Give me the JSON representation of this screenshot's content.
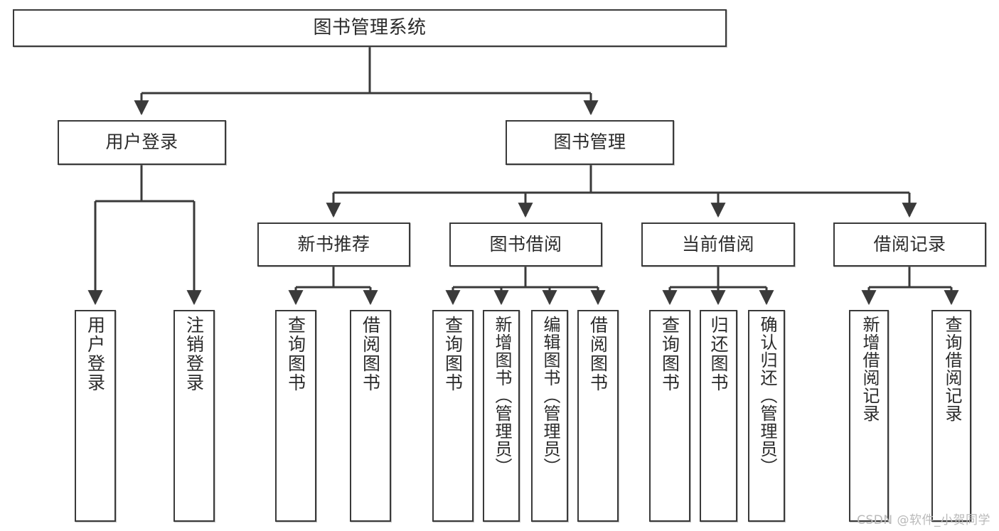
{
  "diagram": {
    "title": "图书管理系统",
    "type": "tree-hierarchy-chart",
    "stroke_color": "#3a3a3a",
    "background_color": "#ffffff",
    "watermark": "CSDN @软件_小贺同学",
    "nodes": {
      "root": {
        "label": "图书管理系统"
      },
      "level2": [
        {
          "id": "user-login",
          "label": "用户登录"
        },
        {
          "id": "book-management",
          "label": "图书管理"
        }
      ],
      "level3": [
        {
          "id": "new-book-recommend",
          "label": "新书推荐"
        },
        {
          "id": "book-borrow",
          "label": "图书借阅"
        },
        {
          "id": "current-borrow",
          "label": "当前借阅"
        },
        {
          "id": "borrow-record",
          "label": "借阅记录"
        }
      ],
      "leaves": {
        "user_login": [
          {
            "id": "leaf-user-login",
            "label": "用户登录"
          },
          {
            "id": "leaf-logout",
            "label": "注销登录"
          }
        ],
        "new_book_recommend": [
          {
            "id": "leaf-query-book-1",
            "label": "查询图书"
          },
          {
            "id": "leaf-borrow-book-1",
            "label": "借阅图书"
          }
        ],
        "book_borrow": [
          {
            "id": "leaf-query-book-2",
            "label": "查询图书"
          },
          {
            "id": "leaf-add-book",
            "label": "新增图书（管理员）"
          },
          {
            "id": "leaf-edit-book",
            "label": "编辑图书（管理员）"
          },
          {
            "id": "leaf-borrow-book-2",
            "label": "借阅图书"
          }
        ],
        "current_borrow": [
          {
            "id": "leaf-query-book-3",
            "label": "查询图书"
          },
          {
            "id": "leaf-return-book",
            "label": "归还图书"
          },
          {
            "id": "leaf-confirm-return",
            "label": "确认归还（管理员）"
          }
        ],
        "borrow_record": [
          {
            "id": "leaf-add-record",
            "label": "新增借阅记录"
          },
          {
            "id": "leaf-query-record",
            "label": "查询借阅记录"
          }
        ]
      }
    }
  }
}
